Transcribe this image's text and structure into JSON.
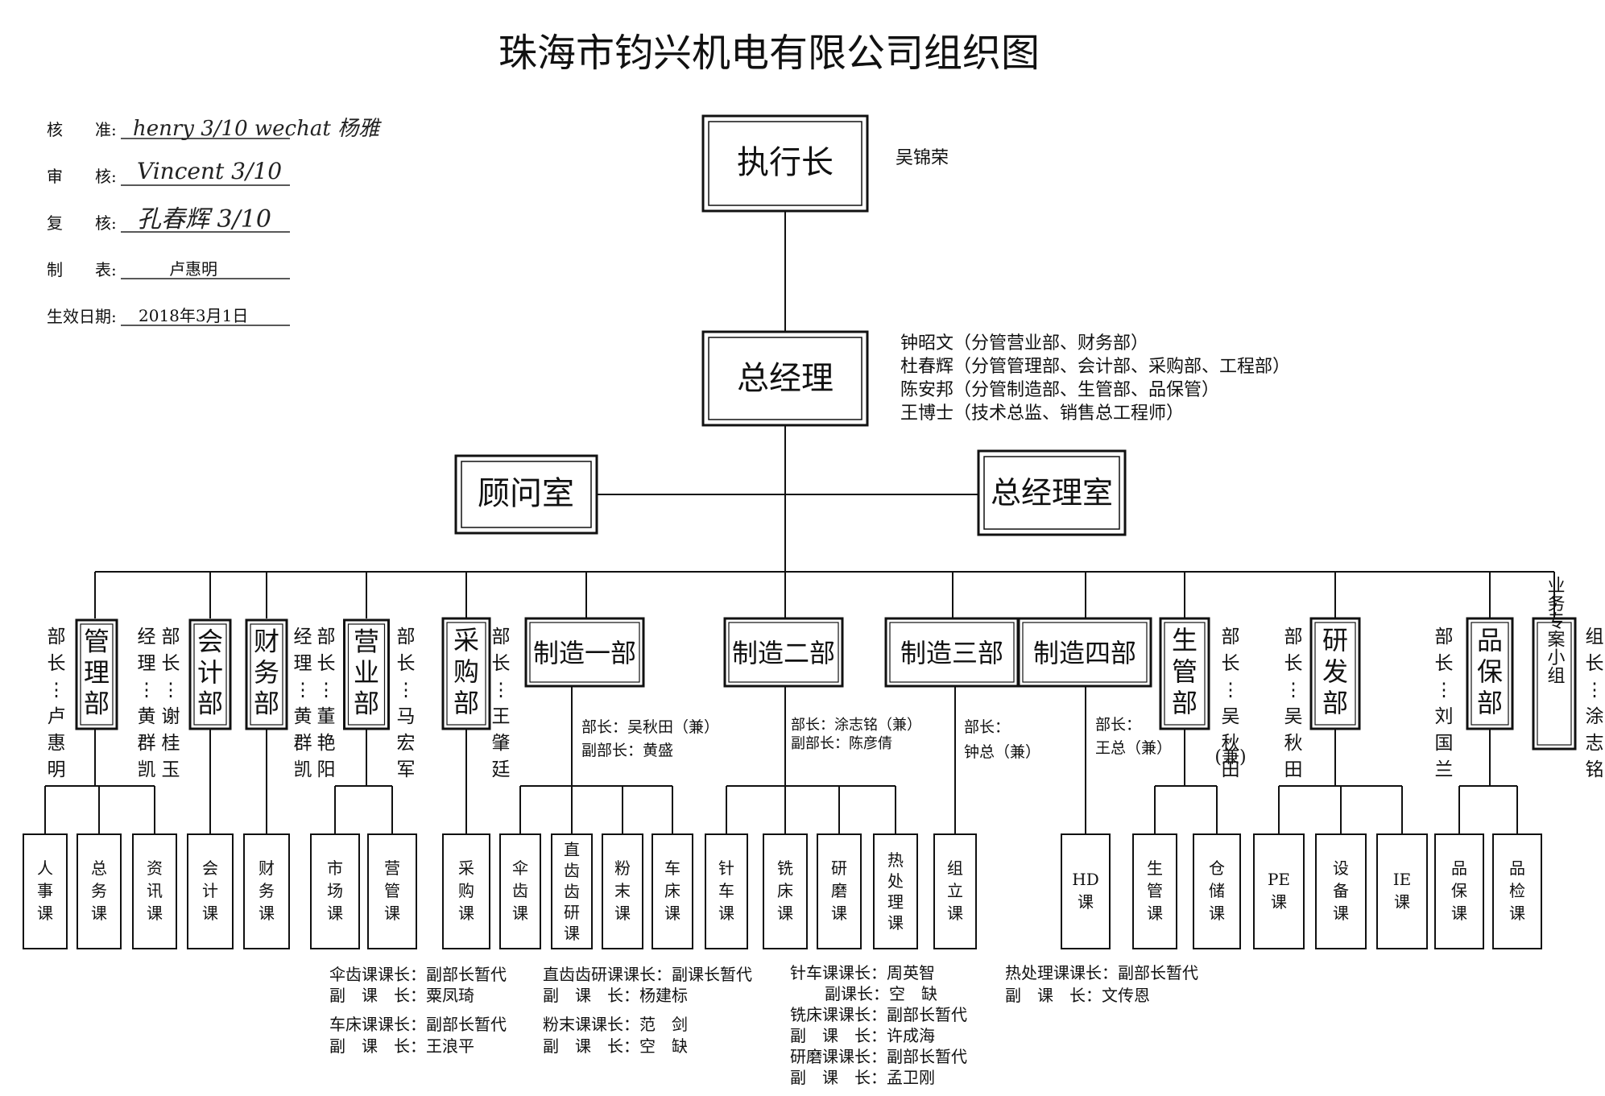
{
  "title": "珠海市钧兴机电有限公司组织图",
  "approval": {
    "rows": [
      {
        "label": "核　　准:",
        "value": "",
        "signature": "henry 3/10 wechat 杨雅"
      },
      {
        "label": "审　　核:",
        "value": "",
        "signature": "Vincent 3/10"
      },
      {
        "label": "复　　核:",
        "value": "",
        "signature": "孔春辉 3/10"
      },
      {
        "label": "制　　表:",
        "value": "卢惠明",
        "signature": ""
      }
    ],
    "effective_label": "生效日期:",
    "effective_value": "2018年3月1日"
  },
  "ceo": {
    "title": "执行长",
    "name": "吴锦荣"
  },
  "gm": {
    "title": "总经理",
    "notes": [
      "钟昭文（分管营业部、财务部）",
      "杜春辉（分管管理部、会计部、采购部、工程部）",
      "陈安邦（分管制造部、生管部、品保管）",
      "王博士（技术总监、销售总工程师）"
    ]
  },
  "advisor": "顾问室",
  "gm_office": "总经理室",
  "departments": {
    "guanli": {
      "name": "管理部",
      "head": "部长：卢惠明"
    },
    "kuaiji": {
      "name": "会计部",
      "head": "部长：谢桂玉",
      "manager": "经理：黄群凯"
    },
    "caiwu": {
      "name": "财务部",
      "manager": "经理：黄群凯"
    },
    "yingye": {
      "name": "营业部",
      "head": "部长：董艳阳",
      "head2": "部长：马宏军"
    },
    "caigou": {
      "name": "采购部",
      "head": "部长：王肇廷"
    },
    "zhizao1": {
      "name": "制造一部",
      "head": "部长：吴秋田（兼）",
      "deputy": "副部长：黄盛"
    },
    "zhizao2": {
      "name": "制造二部",
      "head": "部长：涂志铭（兼）",
      "deputy": "副部长：陈彦倩"
    },
    "zhizao3": {
      "name": "制造三部",
      "head": "部长：",
      "head_name": "钟总（兼）"
    },
    "zhizao4": {
      "name": "制造四部",
      "head": "部长：",
      "head_name": "王总（兼）"
    },
    "shengguan": {
      "name": "生管部",
      "head": "部长：吴秋田",
      "head_note": "(兼)"
    },
    "yanfa": {
      "name": "研发部",
      "head": "部长：吴秋田"
    },
    "pinbao": {
      "name": "品保部",
      "head": "部长：刘国兰"
    },
    "zhuanan": {
      "name": "业务专案小组",
      "head": "组长：涂志铭"
    }
  },
  "sections": {
    "renshi": "人事课",
    "zongwu": "总务课",
    "zixun": "资讯课",
    "kuaiji": "会计课",
    "caiwu": "财务课",
    "shichang": "市场课",
    "yingguan": "营管课",
    "caigou": "采购课",
    "sanchi": "伞齿课",
    "zhichi": "直齿齿研课",
    "fenmo": "粉末课",
    "chechuang": "车床课",
    "zhenche": "针车课",
    "xichuang": "铣床课",
    "yanmo": "研磨课",
    "rechuli": "热处理课",
    "zuli": "组立课",
    "hd": "HD课",
    "shengguan": "生管课",
    "cangchu": "仓储课",
    "pe": "PE课",
    "shebei": "设备课",
    "ie": "IE课",
    "pinbao": "品保课",
    "pinjian": "品检课"
  },
  "bottom_notes": {
    "col1": [
      "伞齿课课长：副部长暂代",
      "副　课　长：粟凤琦",
      "车床课课长：副部长暂代",
      "副　课　长：王浪平"
    ],
    "col2": [
      "直齿齿研课课长：副课长暂代",
      "副　课　长：杨建标",
      "粉末课课长：范　剑",
      "副　课　长：空　缺"
    ],
    "col3": [
      "针车课课长：周英智",
      "副课长：空　缺",
      "铣床课课长：副部长暂代",
      "副　课　长：许成海",
      "研磨课课长：副部长暂代",
      "副　课　长：孟卫刚"
    ],
    "col4": [
      "热处理课课长：副部长暂代",
      "副　课　长：文传恩"
    ]
  }
}
